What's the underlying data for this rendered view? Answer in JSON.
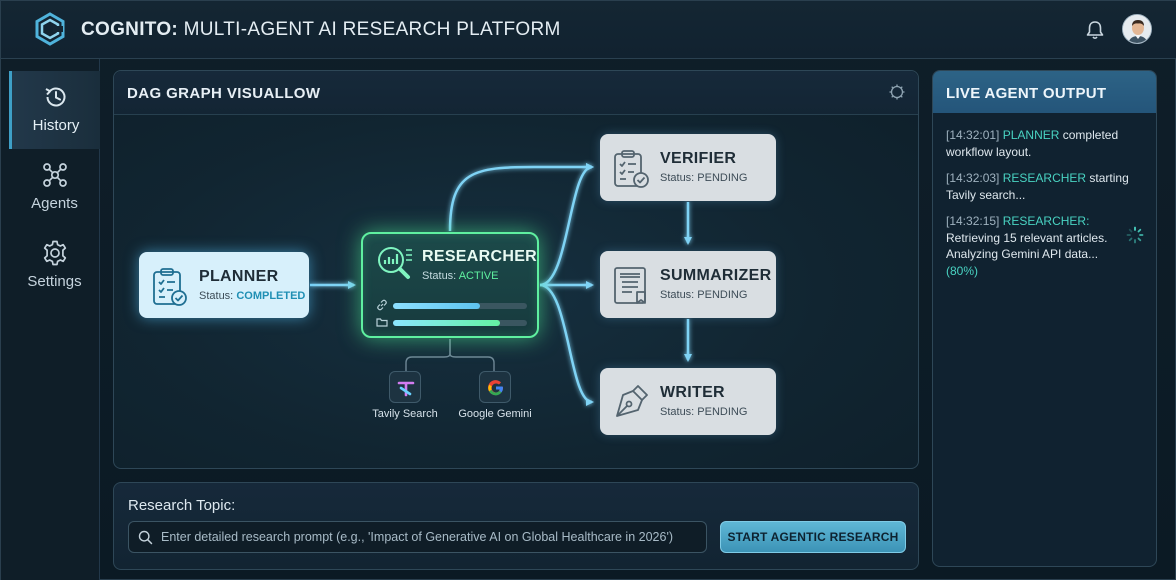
{
  "app": {
    "brand": "COGNITO:",
    "subtitle": "MULTI-AGENT AI RESEARCH PLATFORM"
  },
  "sidebar": {
    "items": [
      {
        "label": "History",
        "icon": "history-icon",
        "active": true
      },
      {
        "label": "Agents",
        "icon": "agents-icon",
        "active": false
      },
      {
        "label": "Settings",
        "icon": "gear-icon",
        "active": false
      }
    ]
  },
  "dag": {
    "title": "DAG GRAPH VISUALLOW",
    "nodes": {
      "planner": {
        "title": "PLANNER",
        "status_prefix": "Status:",
        "status": "COMPLETED"
      },
      "researcher": {
        "title": "RESEARCHER",
        "status_prefix": "Status:",
        "status": "ACTIVE",
        "progress": [
          0.65,
          0.8
        ]
      },
      "verifier": {
        "title": "VERIFIER",
        "status": "Status: PENDING"
      },
      "summarizer": {
        "title": "SUMMARIZER",
        "status": "Status: PENDING"
      },
      "writer": {
        "title": "WRITER",
        "status": "Status: PENDING"
      }
    },
    "tools": [
      {
        "label": "Tavily Search",
        "icon": "tavily-icon"
      },
      {
        "label": "Google Gemini",
        "icon": "google-icon"
      }
    ]
  },
  "topic": {
    "label": "Research Topic:",
    "placeholder": "Enter detailed research prompt (e.g., 'Impact of Generative AI on Global Healthcare in 2026')",
    "button": "START AGENTIC RESEARCH"
  },
  "live": {
    "title": "LIVE AGENT OUTPUT",
    "logs": [
      {
        "ts": "[14:32:01]",
        "agent": "PLANNER",
        "text": " completed workflow layout."
      },
      {
        "ts": "[14:32:03]",
        "agent": "RESEARCHER",
        "text": " starting Tavily search..."
      },
      {
        "ts": "[14:32:15]",
        "agent": "RESEARCHER:",
        "text": " Retrieving 15 relevant articles. Analyzing Gemini API data...",
        "pct": "(80%)"
      }
    ]
  },
  "colors": {
    "accent": "#3e9fc6",
    "active_green": "#5ff0a0",
    "agent_teal": "#49d3c2",
    "edge": "#7fd3f5"
  }
}
